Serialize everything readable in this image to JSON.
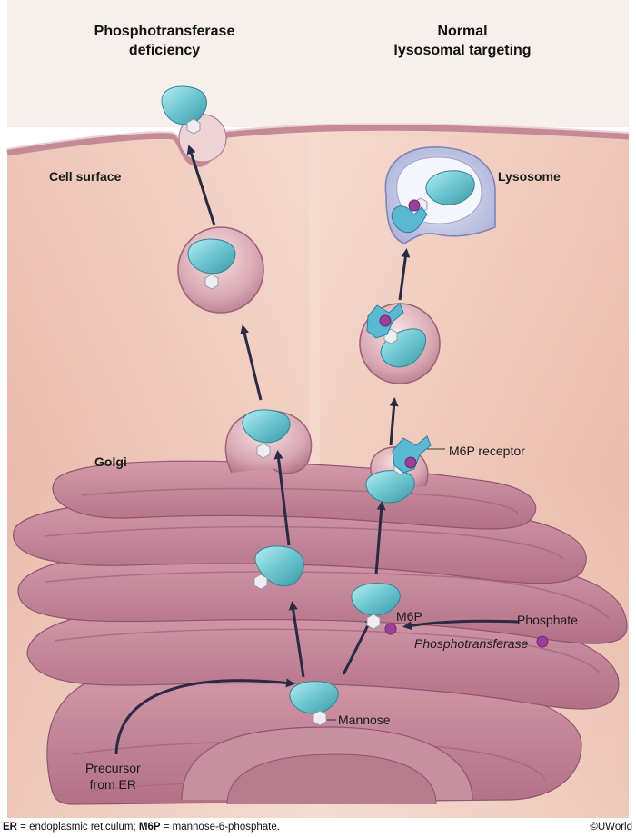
{
  "titles": {
    "left_line1": "Phosphotransferase",
    "left_line2": "deficiency",
    "right_line1": "Normal",
    "right_line2": "lysosomal targeting"
  },
  "labels": {
    "cell_surface": "Cell surface",
    "lysosome": "Lysosome",
    "golgi": "Golgi",
    "m6p_receptor": "M6P receptor",
    "m6p": "M6P",
    "phosphate": "Phosphate",
    "phosphotransferase": "Phosphotransferase",
    "mannose": "Mannose",
    "precursor_line1": "Precursor",
    "precursor_line2": "from ER"
  },
  "footer": {
    "er_abbr": "ER",
    "er_def": " = endoplasmic reticulum; ",
    "m6p_abbr": "M6P",
    "m6p_def": " = mannose-6-phosphate.",
    "copyright": "©UWorld"
  },
  "colors": {
    "cell_bg_light": "#f5e6da",
    "cell_bg_dark": "#e8b9a8",
    "membrane": "#c48a96",
    "golgi_fill": "#c98b9e",
    "golgi_dark": "#9f6279",
    "enzyme": "#6cc5cf",
    "phosphate": "#9b3f98",
    "receptor": "#5bb8d2",
    "arrow": "#2a2a45"
  }
}
